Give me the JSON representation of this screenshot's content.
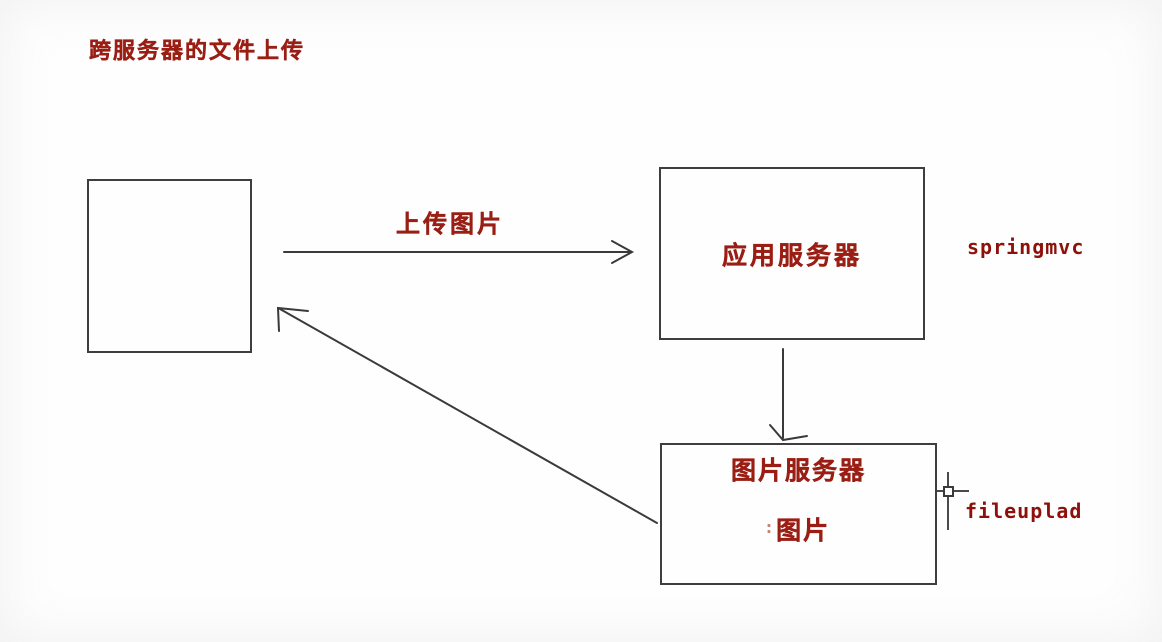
{
  "title": "跨服务器的文件上传",
  "colors": {
    "text_red": "#9a1e14",
    "code_red": "#8e100b",
    "line_gray": "#3a3a3a",
    "background": "#fefefe"
  },
  "diagram": {
    "client_box": {
      "label": ""
    },
    "app_server_box": {
      "label": "应用服务器"
    },
    "image_server_box": {
      "title": "图片服务器",
      "content_prefix": "∶",
      "content": "图片"
    },
    "arrows": {
      "upload_arrow_label": "上传图片",
      "transfer_arrow_label": "",
      "return_arrow_label": ""
    },
    "annotations": {
      "app_server": "springmvc",
      "image_server": "fileuplad"
    }
  },
  "icons": {
    "cursor": "crosshair-cursor-icon"
  }
}
